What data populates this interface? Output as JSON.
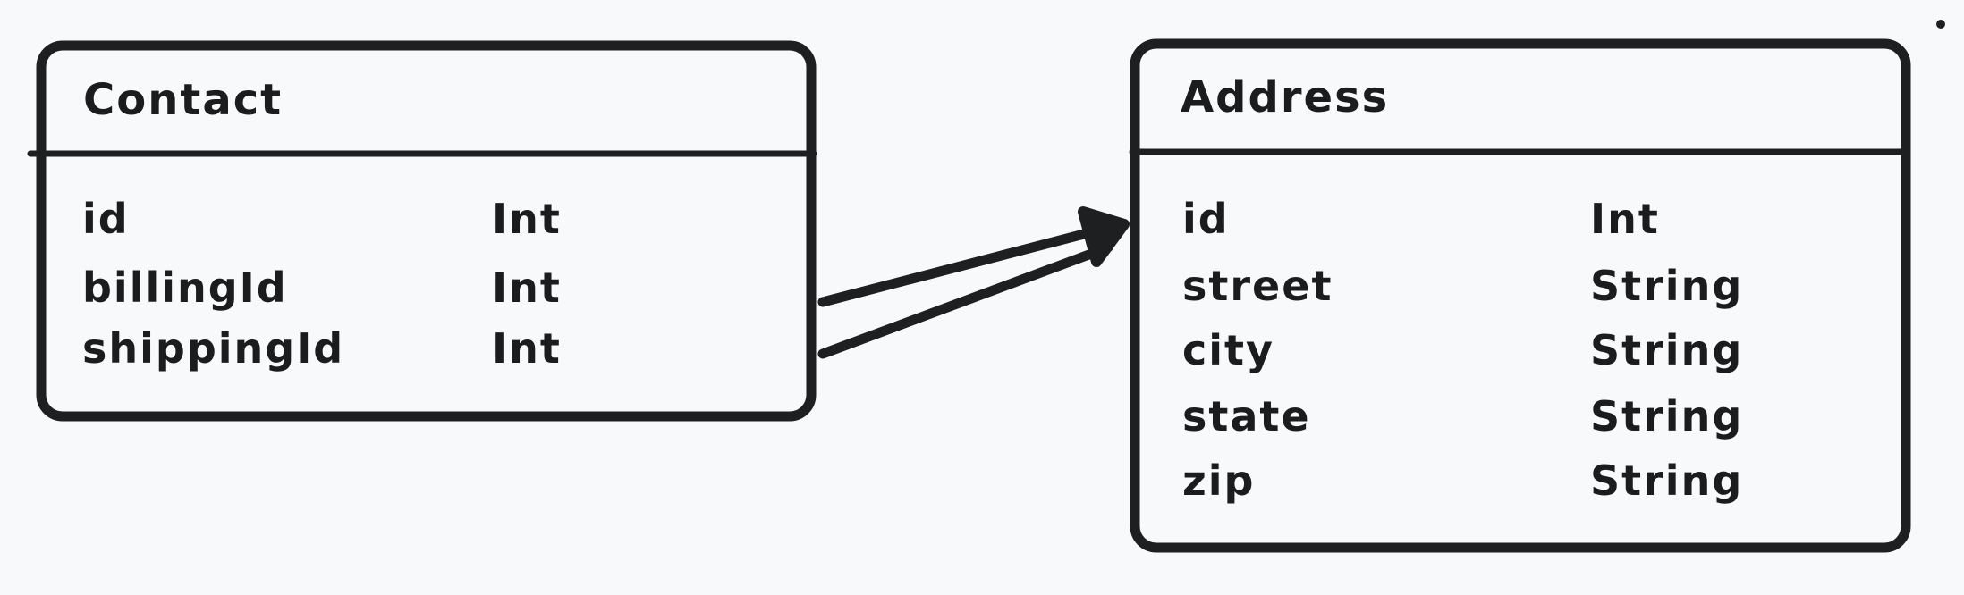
{
  "canvas": {
    "background": "#f8f9fb",
    "stroke_color": "#1e1f21",
    "text_color": "#1b1c1e"
  },
  "entities": [
    {
      "name": "Contact",
      "fields": [
        {
          "name": "id",
          "type": "Int"
        },
        {
          "name": "billingId",
          "type": "Int"
        },
        {
          "name": "shippingId",
          "type": "Int"
        }
      ]
    },
    {
      "name": "Address",
      "fields": [
        {
          "name": "id",
          "type": "Int"
        },
        {
          "name": "street",
          "type": "String"
        },
        {
          "name": "city",
          "type": "String"
        },
        {
          "name": "state",
          "type": "String"
        },
        {
          "name": "zip",
          "type": "String"
        }
      ]
    }
  ],
  "relations": [
    {
      "description": "arrow from Contact billingId row to Address id row"
    },
    {
      "description": "arrow from Contact shippingId row to Address id row"
    }
  ]
}
